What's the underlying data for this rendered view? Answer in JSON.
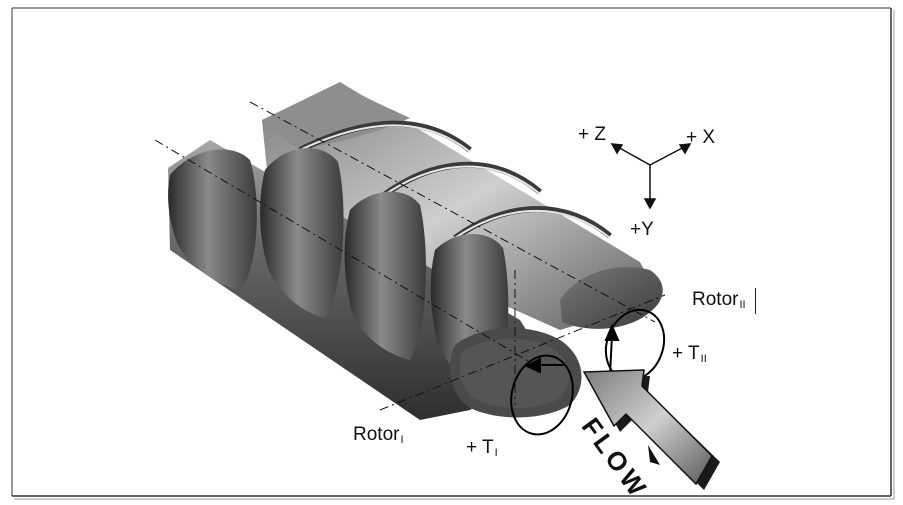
{
  "axes": {
    "z_label": "+ Z",
    "x_label": "+ X",
    "y_label": "+Y"
  },
  "rotors": {
    "rotor1_name": "Rotor",
    "rotor1_sub": "I",
    "rotor2_name": "Rotor",
    "rotor2_sub": "II"
  },
  "torques": {
    "t1_prefix": "+ T",
    "t1_sub": "I",
    "t2_prefix": "+ T",
    "t2_sub": "II"
  },
  "flow": {
    "label": "FLOW"
  },
  "colors": {
    "rotor_dark": "#3a3a3a",
    "rotor_mid": "#6e6e6e",
    "rotor_light": "#bdbdbd",
    "arrow_fill": "#c8c8c8",
    "frame": "#333333"
  }
}
